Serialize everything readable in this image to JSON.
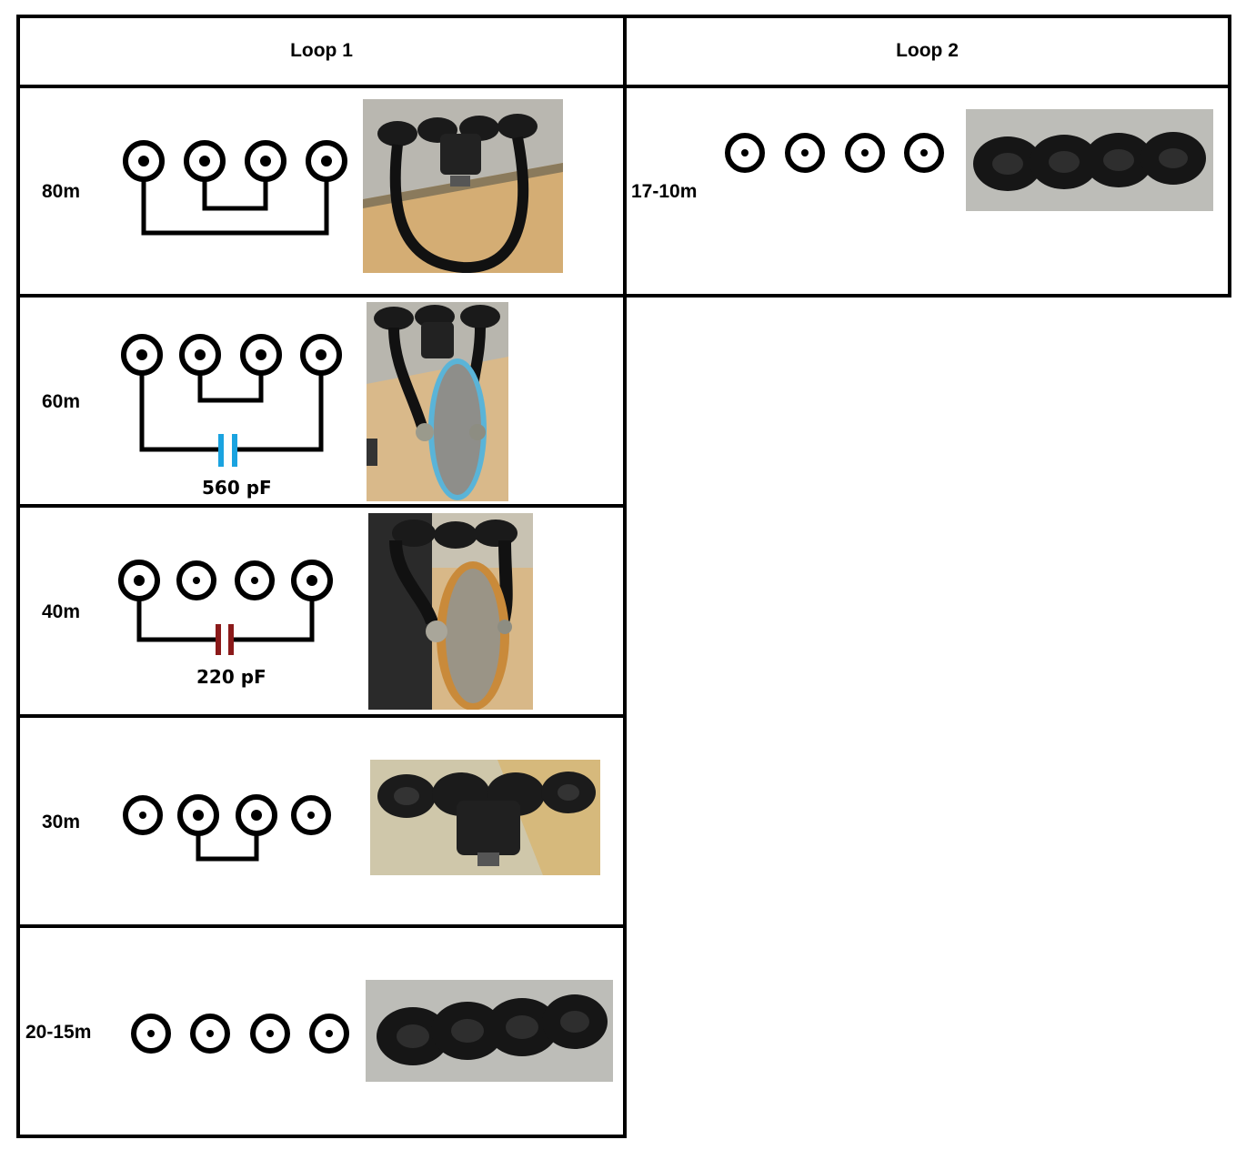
{
  "table": {
    "headers": [
      "Loop 1",
      "Loop 2"
    ],
    "loop1_rows": [
      {
        "band": "80m",
        "capacitor": "",
        "photo": "jumper-cable-all-four-terminals"
      },
      {
        "band": "60m",
        "capacitor": "560 pF",
        "capacitor_color": "#1aa3e0",
        "photo": "capacitor-560pf-between-outer-terminals"
      },
      {
        "band": "40m",
        "capacitor": "220 pF",
        "capacitor_color": "#8b1a1a",
        "photo": "capacitor-220pf-between-outer-terminals"
      },
      {
        "band": "30m",
        "capacitor": "",
        "photo": "jumper-middle-terminals"
      },
      {
        "band": "20-15m",
        "capacitor": "",
        "photo": "four-open-terminals"
      }
    ],
    "loop2_rows": [
      {
        "band": "17-10m",
        "capacitor": "",
        "photo": "four-open-terminals"
      }
    ]
  }
}
